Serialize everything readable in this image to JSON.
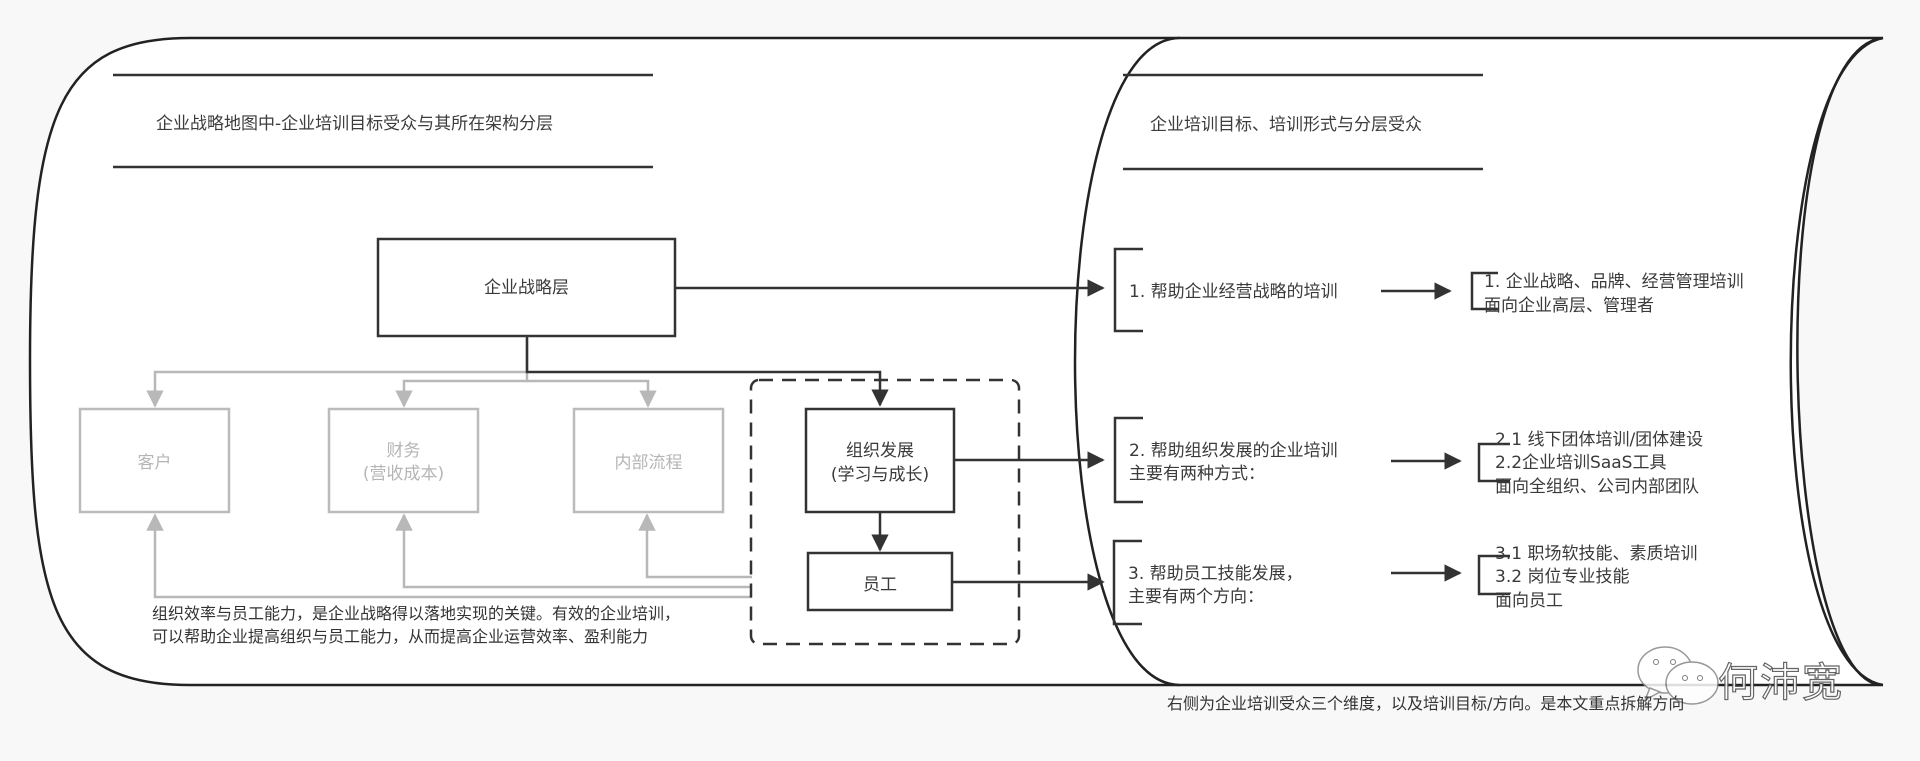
{
  "left_panel": {
    "title": "企业战略地图中-企业培训目标受众与其所在架构分层",
    "boxes": {
      "strategy": "企业战略层",
      "customer": "客户",
      "finance_line1": "财务",
      "finance_line2": "(营收成本)",
      "process": "内部流程",
      "org_line1": "组织发展",
      "org_line2": "(学习与成长)",
      "employee": "员工"
    },
    "note_line1": "组织效率与员工能力，是企业战略得以落地实现的关键。有效的企业培训，",
    "note_line2": "可以帮助企业提高组织与员工能力，从而提高企业运营效率、盈利能力"
  },
  "right_panel": {
    "title": "企业培训目标、培训形式与分层受众",
    "goals": [
      {
        "lines": [
          "1. 帮助企业经营战略的培训"
        ],
        "details": [
          "1. 企业战略、品牌、经营管理培训",
          "面向企业高层、管理者"
        ]
      },
      {
        "lines": [
          "2. 帮助组织发展的企业培训",
          "主要有两种方式："
        ],
        "details": [
          "2.1 线下团体培训/团体建设",
          "2.2企业培训SaaS工具",
          "面向全组织、公司内部团队"
        ]
      },
      {
        "lines": [
          "3. 帮助员工技能发展，",
          "主要有两个方向："
        ],
        "details": [
          "3.1 职场软技能、素质培训",
          "3.2 岗位专业技能",
          "面向员工"
        ]
      }
    ]
  },
  "footer_note": "右侧为企业培训受众三个维度，以及培训目标/方向。是本文重点拆解方向",
  "watermark": {
    "icon": "wechat-icon",
    "text": "何沛宽"
  },
  "colors": {
    "line_dark": "#333333",
    "line_gray": "#b8b8b8",
    "text_gray": "#b5b5b5",
    "background": "#f8f8f8"
  }
}
